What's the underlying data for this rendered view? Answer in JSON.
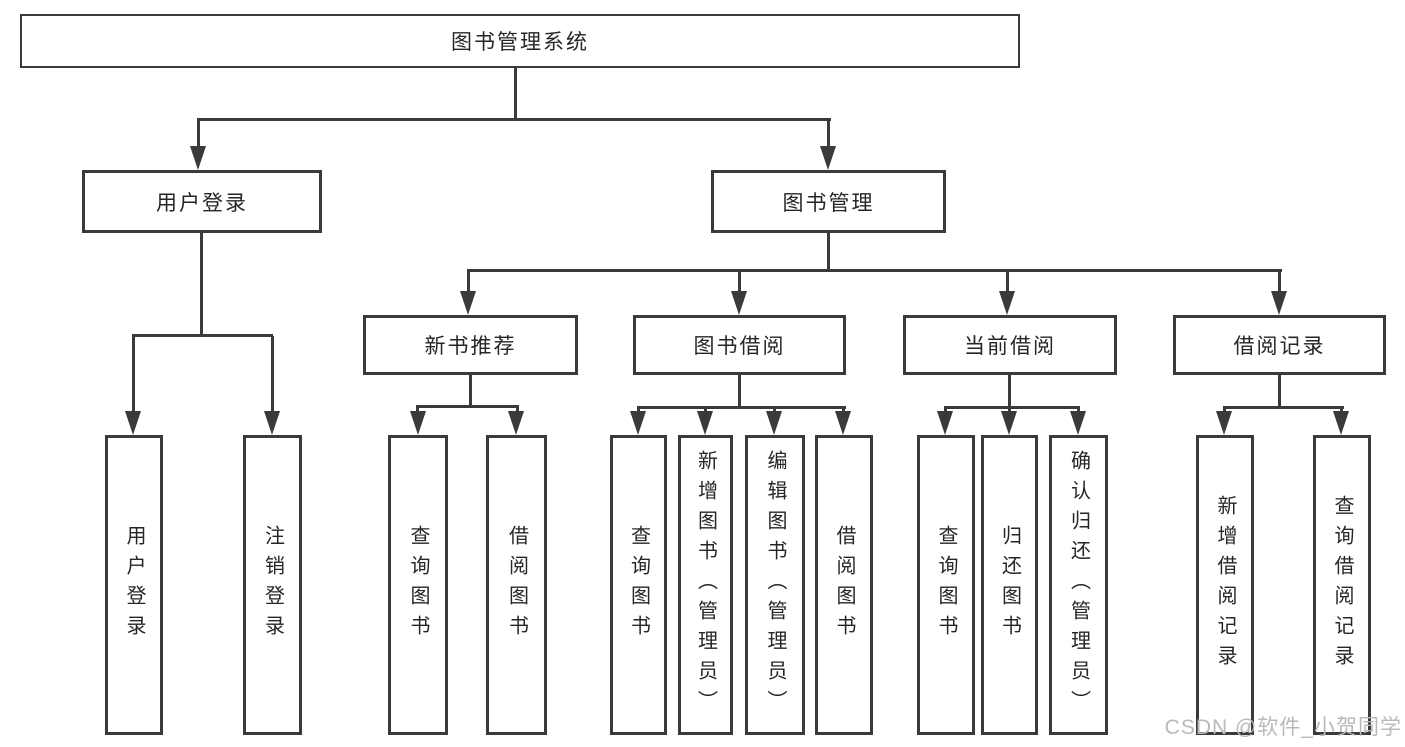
{
  "tree": {
    "root": {
      "label": "图书管理系统",
      "children": [
        {
          "label": "用户登录",
          "children": [
            {
              "label": "用户登录"
            },
            {
              "label": "注销登录"
            }
          ]
        },
        {
          "label": "图书管理",
          "children": [
            {
              "label": "新书推荐",
              "children": [
                {
                  "label": "查询图书"
                },
                {
                  "label": "借阅图书"
                }
              ]
            },
            {
              "label": "图书借阅",
              "children": [
                {
                  "label": "查询图书"
                },
                {
                  "label": "新增图书（管理员）"
                },
                {
                  "label": "编辑图书（管理员）"
                },
                {
                  "label": "借阅图书"
                }
              ]
            },
            {
              "label": "当前借阅",
              "children": [
                {
                  "label": "查询图书"
                },
                {
                  "label": "归还图书"
                },
                {
                  "label": "确认归还（管理员）"
                }
              ]
            },
            {
              "label": "借阅记录",
              "children": [
                {
                  "label": "新增借阅记录"
                },
                {
                  "label": "查询借阅记录"
                }
              ]
            }
          ]
        }
      ]
    }
  },
  "watermark": {
    "text": "CSDN @软件_小贺同学"
  },
  "colors": {
    "line": "#3a3a3a",
    "text": "#262626",
    "watermark": "#b9b9b9",
    "background": "#ffffff"
  }
}
